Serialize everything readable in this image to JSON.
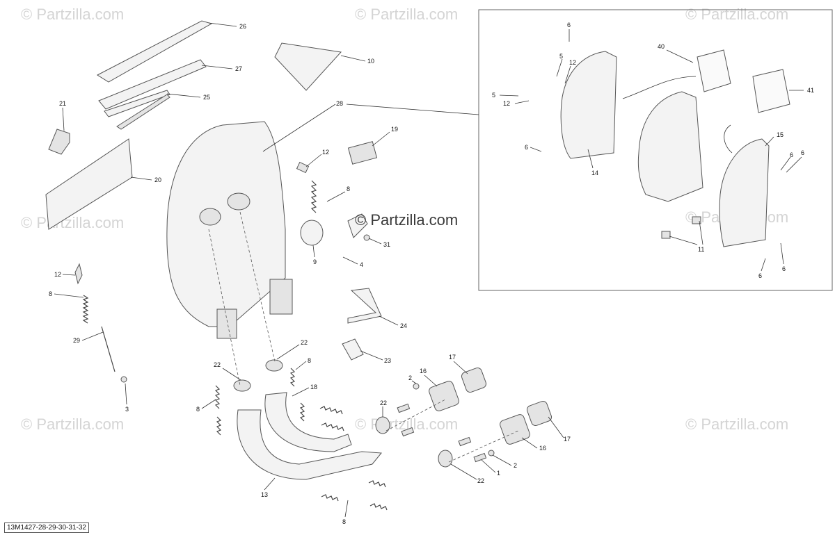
{
  "watermarks": {
    "repeat": "© Partzilla.com",
    "center": "© Partzilla.com"
  },
  "diagram_code": "13M1427-28-29-30-31-32",
  "callouts": {
    "c26": "26",
    "c10": "10",
    "c27": "27",
    "c25": "25",
    "c21": "21",
    "c28": "28",
    "c20": "20",
    "c19": "19",
    "c12a": "12",
    "c8a": "8",
    "c9": "9",
    "c31": "31",
    "c4": "4",
    "c12b": "12",
    "c8b": "8",
    "c29": "29",
    "c3": "3",
    "c24": "24",
    "c23": "23",
    "c22a": "22",
    "c22b": "22",
    "c8c": "8",
    "c18": "18",
    "c8d": "8",
    "c13": "13",
    "c8e": "8",
    "c22c": "22",
    "c2a": "2",
    "c16a": "16",
    "c17a": "17",
    "c17b": "17",
    "c16b": "16",
    "c2b": "2",
    "c1": "1",
    "c22d": "22",
    "c6a": "6",
    "c40": "40",
    "c5a": "5",
    "c12c": "12",
    "c5b": "5",
    "c12d": "12",
    "c41": "41",
    "c6b": "6",
    "c14": "14",
    "c15": "15",
    "c6c": "6",
    "c6d": "6",
    "c11": "11",
    "c6e": "6",
    "c6f": "6"
  },
  "colors": {
    "line": "#555555",
    "watermark": "#d4d4d4",
    "background": "#ffffff"
  }
}
